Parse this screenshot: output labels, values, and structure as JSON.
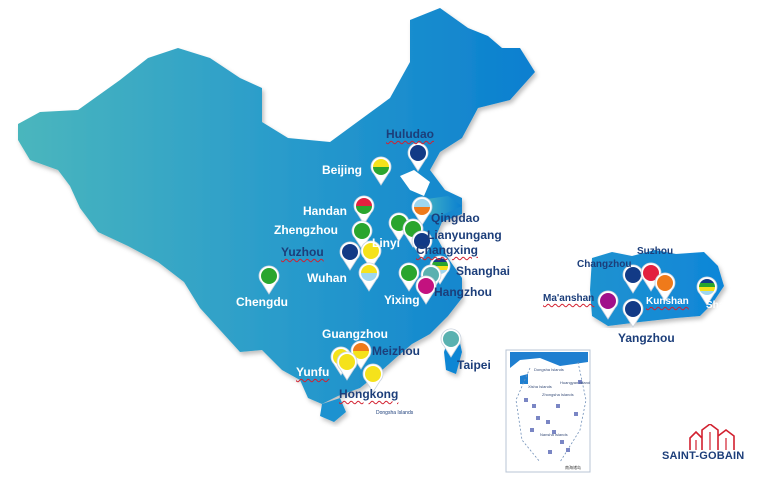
{
  "colors": {
    "map_left": "#48b4bd",
    "map_right": "#0a7fd0",
    "label_dark": "#1c3e7a",
    "label_light": "#ffffff",
    "underline": "#d2202f",
    "green": "#2aa52e",
    "yellow": "#f5e21b",
    "navy": "#123a86",
    "red": "#e3203f",
    "orange": "#ef7a1a",
    "magenta": "#c3127f",
    "purple": "#a0108a",
    "teal": "#5ab1b0",
    "pale_blue": "#9ed6ee"
  },
  "main_map": {
    "cities": [
      {
        "key": "huludao",
        "name": "Huludao",
        "style": "dark"
      },
      {
        "key": "beijing",
        "name": "Beijing",
        "style": "light"
      },
      {
        "key": "handan",
        "name": "Handan",
        "style": "light"
      },
      {
        "key": "qingdao",
        "name": "Qingdao",
        "style": "dark"
      },
      {
        "key": "zhengzhou",
        "name": "Zhengzhou",
        "style": "light"
      },
      {
        "key": "lianyungang",
        "name": "Lianyungang",
        "style": "dark"
      },
      {
        "key": "linyi",
        "name": "Linyi",
        "style": "light"
      },
      {
        "key": "yuzhou",
        "name": "Yuzhou",
        "style": "dark"
      },
      {
        "key": "changxing",
        "name": "Changxing",
        "style": "dark"
      },
      {
        "key": "wuhan",
        "name": "Wuhan",
        "style": "light"
      },
      {
        "key": "shanghai",
        "name": "Shanghai",
        "style": "dark"
      },
      {
        "key": "chengdu",
        "name": "Chengdu",
        "style": "light"
      },
      {
        "key": "yixing",
        "name": "Yixing",
        "style": "light"
      },
      {
        "key": "hangzhou",
        "name": "Hangzhou",
        "style": "dark"
      },
      {
        "key": "guangzhou",
        "name": "Guangzhou",
        "style": "light"
      },
      {
        "key": "meizhou",
        "name": "Meizhou",
        "style": "dark"
      },
      {
        "key": "taipei",
        "name": "Taipei",
        "style": "dark"
      },
      {
        "key": "yunfu",
        "name": "Yunfu",
        "style": "light"
      },
      {
        "key": "hongkong",
        "name": "Hongkong",
        "style": "dark"
      }
    ],
    "pins": [
      {
        "city": "huludao",
        "icon": "navy-pin-icon",
        "colors": [
          "#123a86"
        ]
      },
      {
        "city": "beijing",
        "icon": "yellow-green-pin-icon",
        "colors": [
          "#f5e21b",
          "#2aa52e"
        ]
      },
      {
        "city": "handan",
        "icon": "red-green-pin-icon",
        "colors": [
          "#e3203f",
          "#2aa52e"
        ]
      },
      {
        "city": "qingdao",
        "icon": "blue-orange-pin-icon",
        "colors": [
          "#9ed6ee",
          "#ef7a1a"
        ]
      },
      {
        "city": "zhengzhou",
        "icon": "green-pin-icon",
        "colors": [
          "#2aa52e"
        ]
      },
      {
        "city": "linyi",
        "icon": "green-pin-icon",
        "colors": [
          "#2aa52e"
        ]
      },
      {
        "city": "lianyungang",
        "icon": "green-pin-icon",
        "colors": [
          "#2aa52e"
        ]
      },
      {
        "city": "yuzhou",
        "icon": "navy-pin-icon",
        "colors": [
          "#123a86"
        ]
      },
      {
        "city": "yuzhou",
        "icon": "yellow-pin-icon",
        "colors": [
          "#f5e21b"
        ]
      },
      {
        "city": "changxing",
        "icon": "navy-pin-icon",
        "colors": [
          "#123a86"
        ]
      },
      {
        "city": "shanghai",
        "icon": "striped-pin-icon",
        "colors": [
          "#123a86",
          "#2aa52e",
          "#f5e21b",
          "#9ed6ee"
        ]
      },
      {
        "city": "wuhan",
        "icon": "yellow-blue-pin-icon",
        "colors": [
          "#f5e21b",
          "#9ed6ee"
        ]
      },
      {
        "city": "chengdu",
        "icon": "green-pin-icon",
        "colors": [
          "#2aa52e"
        ]
      },
      {
        "city": "yixing",
        "icon": "green-pin-icon",
        "colors": [
          "#2aa52e"
        ]
      },
      {
        "city": "hangzhou",
        "icon": "teal-pin-icon",
        "colors": [
          "#5ab1b0"
        ]
      },
      {
        "city": "hangzhou",
        "icon": "magenta-pin-icon",
        "colors": [
          "#c3127f"
        ]
      },
      {
        "city": "taipei",
        "icon": "teal-pin-icon",
        "colors": [
          "#5ab1b0"
        ]
      },
      {
        "city": "guangzhou",
        "icon": "yellow-pin-icon",
        "colors": [
          "#f5e21b"
        ]
      },
      {
        "city": "meizhou",
        "icon": "orange-yellow-pin-icon",
        "colors": [
          "#ef7a1a",
          "#f5e21b"
        ]
      },
      {
        "city": "yunfu",
        "icon": "yellow-pin-icon",
        "colors": [
          "#f5e21b"
        ]
      },
      {
        "city": "hongkong",
        "icon": "yellow-pin-icon",
        "colors": [
          "#f5e21b"
        ]
      }
    ],
    "islands_label": "Dongsha Islands"
  },
  "yangtze_inset": {
    "title": "Yangzhou",
    "cities": [
      {
        "key": "suzhou",
        "name": "Suzhou",
        "style": "dark"
      },
      {
        "key": "changzhou",
        "name": "Changzhou",
        "style": "dark"
      },
      {
        "key": "maanshan",
        "name": "Ma'anshan",
        "style": "dark"
      },
      {
        "key": "kunshan",
        "name": "Kunshan",
        "style": "light"
      },
      {
        "key": "shanghai",
        "name": "Shanghai",
        "style": "light"
      }
    ],
    "pins": [
      {
        "city": "changzhou",
        "icon": "navy-pin-icon",
        "colors": [
          "#123a86"
        ]
      },
      {
        "city": "suzhou",
        "icon": "red-pin-icon",
        "colors": [
          "#e3203f"
        ]
      },
      {
        "city": "kunshan",
        "icon": "orange-pin-icon",
        "colors": [
          "#ef7a1a"
        ]
      },
      {
        "city": "maanshan",
        "icon": "purple-pin-icon",
        "colors": [
          "#a0108a"
        ]
      },
      {
        "city": "kunshan",
        "icon": "navy-pin-icon",
        "colors": [
          "#123a86"
        ]
      },
      {
        "city": "shanghai",
        "icon": "striped-pin-icon",
        "colors": [
          "#123a86",
          "#2aa52e",
          "#f5e21b",
          "#9ed6ee"
        ]
      }
    ]
  },
  "sea_inset": {
    "title": "南海诸岛",
    "labels": [
      "Dongsha Islands",
      "Huangyan Island",
      "Zhongsha Islands",
      "Xisha Islands",
      "Nansha Islands"
    ]
  },
  "logo": {
    "text": "SAINT-GOBAIN"
  }
}
